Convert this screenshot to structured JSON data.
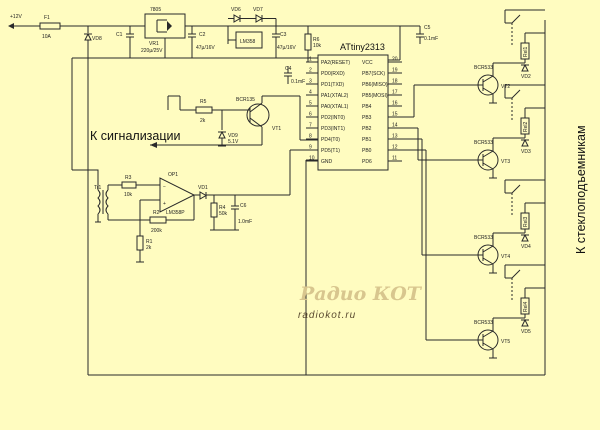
{
  "labels": {
    "supply": "+12V",
    "fuse_ref": "F1",
    "fuse_val": "10A",
    "vd8": "VD8",
    "regulator": "7805",
    "c1": "C1",
    "c1_val": "220µ/25V",
    "vr1": "VR1",
    "c2": "C2",
    "c2_val": "47µ/16V",
    "vd6": "VD6",
    "vd7": "VD7",
    "lm358_top": "LM358",
    "c3": "C3",
    "c3_val": "47µ/16V",
    "r6": "R6",
    "r6_val": "10k",
    "c5": "C5",
    "c5_val": "0.1mF",
    "c4": "C4",
    "c4_val": "0.1mF",
    "mcu": "ATtiny2313",
    "transistor_vt1": "BCR135",
    "r5": "R5",
    "r5_val": "2k",
    "vd9": "VD9",
    "vd9_val": "5.1V",
    "vt1": "VT1",
    "alarm": "К сигнализации",
    "lifts": "К стеклоподъемникам",
    "tr1": "Tr1",
    "r3": "R3",
    "r3_val": "10k",
    "op1": "OP1",
    "lm358p": "LM358P",
    "vd1": "VD1",
    "r4": "R4",
    "r4_val": "50k",
    "c6": "C6",
    "c6_val": "1.0mF",
    "r2": "R2",
    "r2_val": "200k",
    "r1": "R1",
    "r1_val": "2k",
    "watermark_logo": "Радио КОТ",
    "watermark_url": "radiokot.ru"
  },
  "mcu_pins_left": [
    {
      "n": "1",
      "name": "PA2(RESET)"
    },
    {
      "n": "2",
      "name": "PD0(RXD)"
    },
    {
      "n": "3",
      "name": "PD1(TXD)"
    },
    {
      "n": "4",
      "name": "PA1(XTAL2)"
    },
    {
      "n": "5",
      "name": "PA0(XTAL1)"
    },
    {
      "n": "6",
      "name": "PD2(INT0)"
    },
    {
      "n": "7",
      "name": "PD3(INT1)"
    },
    {
      "n": "8",
      "name": "PD4(T0)"
    },
    {
      "n": "9",
      "name": "PD5(T1)"
    },
    {
      "n": "10",
      "name": "GND"
    }
  ],
  "mcu_pins_right": [
    {
      "n": "20",
      "name": "VCC"
    },
    {
      "n": "19",
      "name": "PB7(SCK)"
    },
    {
      "n": "18",
      "name": "PB6(MISO)"
    },
    {
      "n": "17",
      "name": "PB5(MOSI)"
    },
    {
      "n": "16",
      "name": "PB4"
    },
    {
      "n": "15",
      "name": "PB3"
    },
    {
      "n": "14",
      "name": "PB2"
    },
    {
      "n": "13",
      "name": "PB1"
    },
    {
      "n": "12",
      "name": "PB0"
    },
    {
      "n": "11",
      "name": "PD6"
    }
  ],
  "relay_channels": [
    {
      "transistor": "BCR533",
      "vt": "VT2",
      "relay": "Rel1",
      "diode": "VD2"
    },
    {
      "transistor": "BCR533",
      "vt": "VT3",
      "relay": "Rel2",
      "diode": "VD3"
    },
    {
      "transistor": "BCR533",
      "vt": "VT4",
      "relay": "Rel3",
      "diode": "VD4"
    },
    {
      "transistor": "BCR533",
      "vt": "VT5",
      "relay": "Rel4",
      "diode": "VD5"
    }
  ]
}
